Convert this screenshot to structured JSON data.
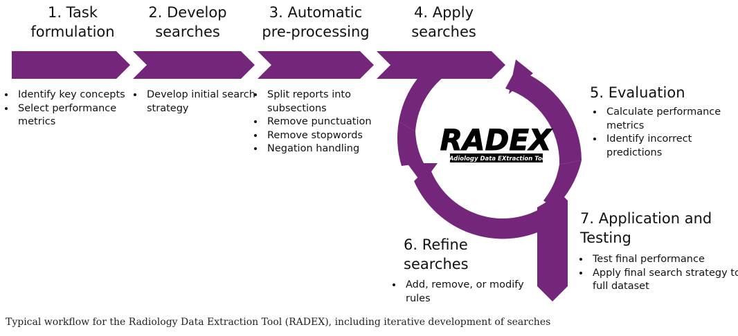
{
  "steps": [
    {
      "title_line1": "1. Task",
      "title_line2": "formulation",
      "bullets": [
        "Identify key concepts",
        "Select performance metrics"
      ]
    },
    {
      "title_line1": "2. Develop",
      "title_line2": "searches",
      "bullets": [
        "Develop initial search strategy"
      ]
    },
    {
      "title_line1": "3. Automatic",
      "title_line2": "pre-processing",
      "bullets": [
        "Split reports into subsections",
        "Remove punctuation",
        "Remove stopwords",
        "Negation handling"
      ]
    },
    {
      "title_line1": "4. Apply",
      "title_line2": "searches"
    },
    {
      "title_line1": "5. Evaluation",
      "bullets": [
        "Calculate performance metrics",
        "Identify incorrect predictions"
      ]
    },
    {
      "title_line1": "6. Refine",
      "title_line2": "searches",
      "bullets": [
        "Add, remove, or modify rules"
      ]
    },
    {
      "title_line1": "7. Application and",
      "title_line2": "Testing",
      "bullets": [
        "Test final performance",
        "Apply final search strategy to full dataset"
      ]
    }
  ],
  "logo": {
    "main": "RADEX",
    "subtitle": "RAdiology Data EXtraction Tool"
  },
  "caption": "Typical workflow for the Radiology Data Extraction Tool (RADEX), including iterative development of searches",
  "colors": {
    "arrow": "#74267a",
    "text": "#111111",
    "logo_bg": "#ffffff"
  }
}
